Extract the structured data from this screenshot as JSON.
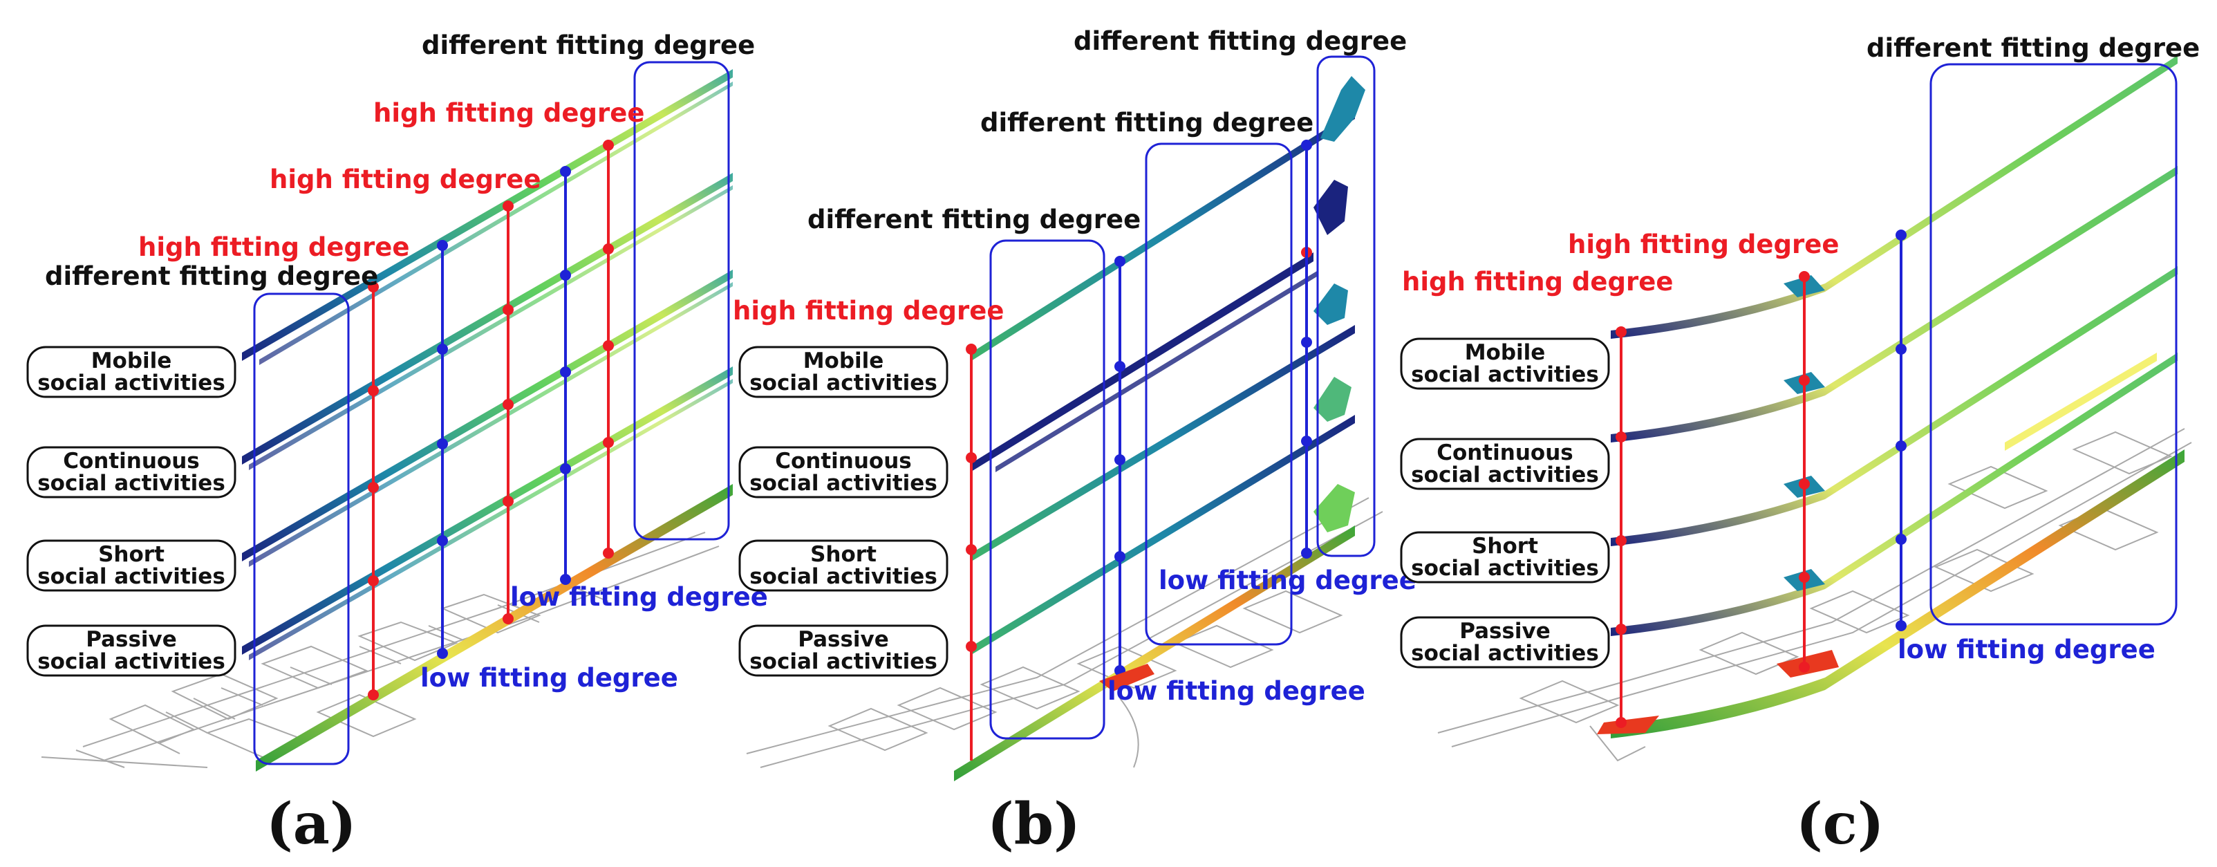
{
  "panels": [
    {
      "id": "a",
      "panel_label": "(a)",
      "layer_labels": [
        "Mobile social activities",
        "Continuous social activities",
        "Short social activities",
        "Passive social activities"
      ],
      "annotations": {
        "different_top": "different fitting degree",
        "different_left": "different fitting degree",
        "high_1": "high fitting degree",
        "high_2": "high fitting degree",
        "high_3": "high fitting degree",
        "low_1": "low fitting degree",
        "low_2": "low fitting degree"
      }
    },
    {
      "id": "b",
      "panel_label": "(b)",
      "layer_labels": [
        "Mobile social activities",
        "Continuous social activities",
        "Short social activities",
        "Passive social activities"
      ],
      "annotations": {
        "different_1": "different fitting degree",
        "different_2": "different fitting degree",
        "different_3": "different fitting degree",
        "high_1": "high fitting degree",
        "low_1": "low fitting degree",
        "low_2": "low fitting degree"
      }
    },
    {
      "id": "c",
      "panel_label": "(c)",
      "layer_labels": [
        "Mobile social activities",
        "Continuous social activities",
        "Short social activities",
        "Passive social activities"
      ],
      "annotations": {
        "different_1": "different fitting degree",
        "high_1": "high fitting degree",
        "high_2": "high fitting degree",
        "low_1": "low fitting degree"
      }
    }
  ],
  "colors": {
    "red": "#ec1c24",
    "blue": "#1e22d6",
    "bar_low": "#1a237e",
    "bar_mid": "#1e88a8",
    "bar_high": "#8bd35a",
    "bar_peak": "#f2ef5a",
    "hot": "#e8391f"
  }
}
